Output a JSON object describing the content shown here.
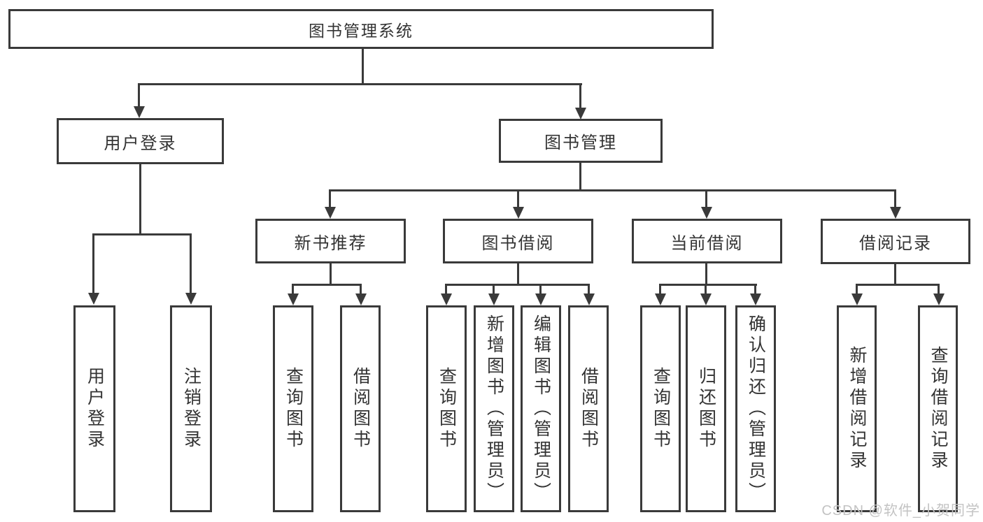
{
  "diagram": {
    "root": {
      "label": "图书管理系统"
    },
    "level2": [
      {
        "label": "用户登录"
      },
      {
        "label": "图书管理"
      }
    ],
    "level3": [
      {
        "label": "新书推荐"
      },
      {
        "label": "图书借阅"
      },
      {
        "label": "当前借阅"
      },
      {
        "label": "借阅记录"
      }
    ],
    "leaves": {
      "user_login": [
        "用户登录",
        "注销登录"
      ],
      "new_books": [
        "查询图书",
        "借阅图书"
      ],
      "book_borrow": [
        "查询图书",
        "新增图书（管理员）",
        "编辑图书（管理员）",
        "借阅图书"
      ],
      "current_borrow": [
        "查询图书",
        "归还图书",
        "确认归还（管理员）"
      ],
      "borrow_records": [
        "新增借阅记录",
        "查询借阅记录"
      ]
    }
  },
  "watermark": {
    "text": "CSDN @软件_小贺同学"
  },
  "colors": {
    "line": "#3a3a3a",
    "text": "#333333",
    "background": "#ffffff",
    "watermark": "#c3c3c3"
  }
}
